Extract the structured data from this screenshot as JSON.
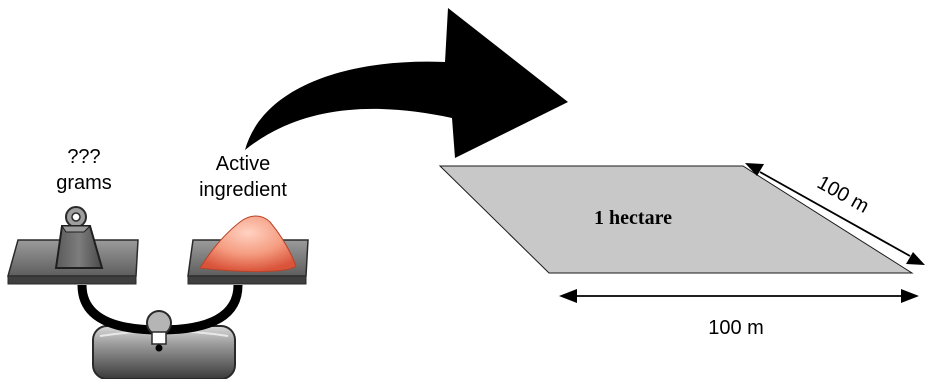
{
  "scale": {
    "weight_label_line1": "???",
    "weight_label_line2": "grams",
    "ingredient_label_line1": "Active",
    "ingredient_label_line2": "ingredient"
  },
  "field": {
    "area_label": "1 hectare",
    "width_label": "100 m",
    "depth_label": "100 m"
  },
  "colors": {
    "field_fill": "#c8c8c8",
    "powder_fill": "#f08a70",
    "scale_gray": "#7a7a7a",
    "arrow": "#000000"
  },
  "icons": [
    "weight-icon",
    "powder-pile-icon",
    "balance-scale-icon",
    "curved-arrow-icon"
  ]
}
